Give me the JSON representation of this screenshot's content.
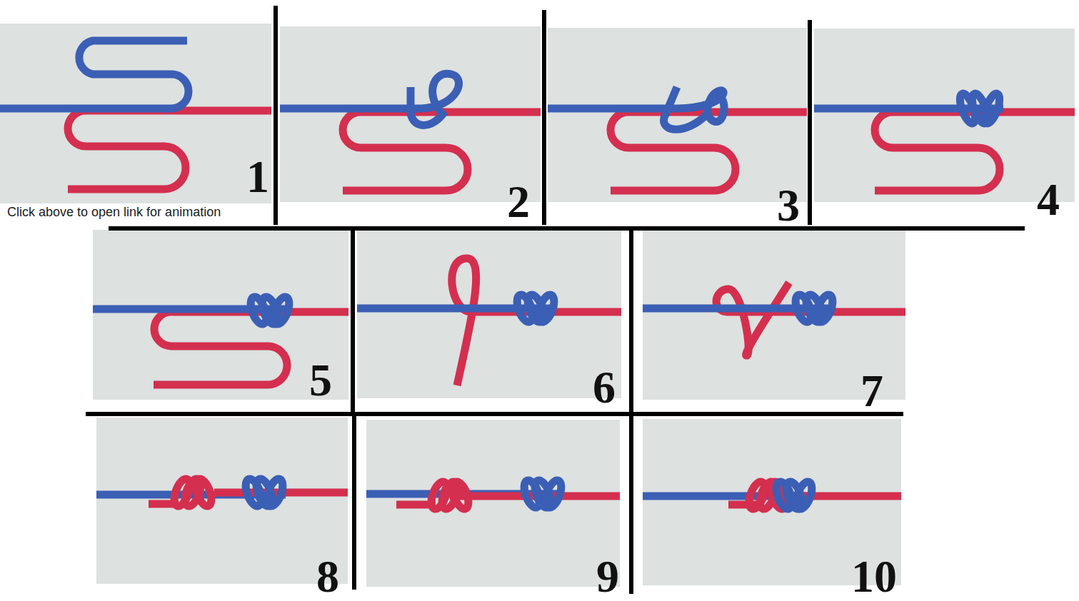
{
  "diagram": {
    "labels": [
      "1",
      "Click above to open link for animation",
      "2",
      "3",
      "4",
      "5",
      "6",
      "7",
      "8",
      "9",
      "10"
    ]
  }
}
